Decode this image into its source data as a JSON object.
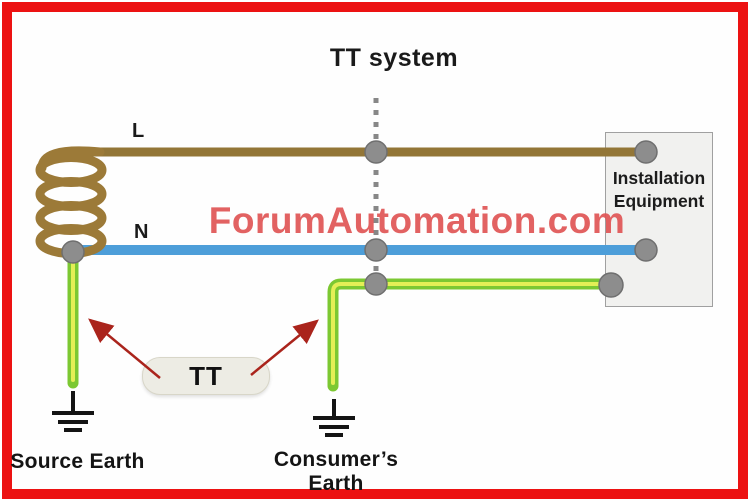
{
  "title": "TT system",
  "watermark": "ForumAutomation.com",
  "labels": {
    "live": "L",
    "neutral": "N",
    "equipment_line1": "Installation",
    "equipment_line2": "Equipment",
    "tt_badge": "TT",
    "source_earth": "Source Earth",
    "consumer_earth": "Consumer’s Earth"
  },
  "colors": {
    "frame_border": "#ec1212",
    "live_wire": "#937637",
    "coil": "#9c7a38",
    "neutral_wire": "#4d9ed9",
    "earth_outer": "#7cc832",
    "earth_core": "#e4ef56",
    "node_fill": "#8d8d8d",
    "node_stroke": "#6f6f6f",
    "dotted_divider": "#878787",
    "arrow": "#aa241c",
    "ground_symbol": "#141414",
    "watermark": "#e05555",
    "equipment_box_fill": "#f1f1ef",
    "equipment_box_border": "#a0a0a0",
    "badge_fill": "#edece4",
    "text": "#1a1a1a"
  }
}
